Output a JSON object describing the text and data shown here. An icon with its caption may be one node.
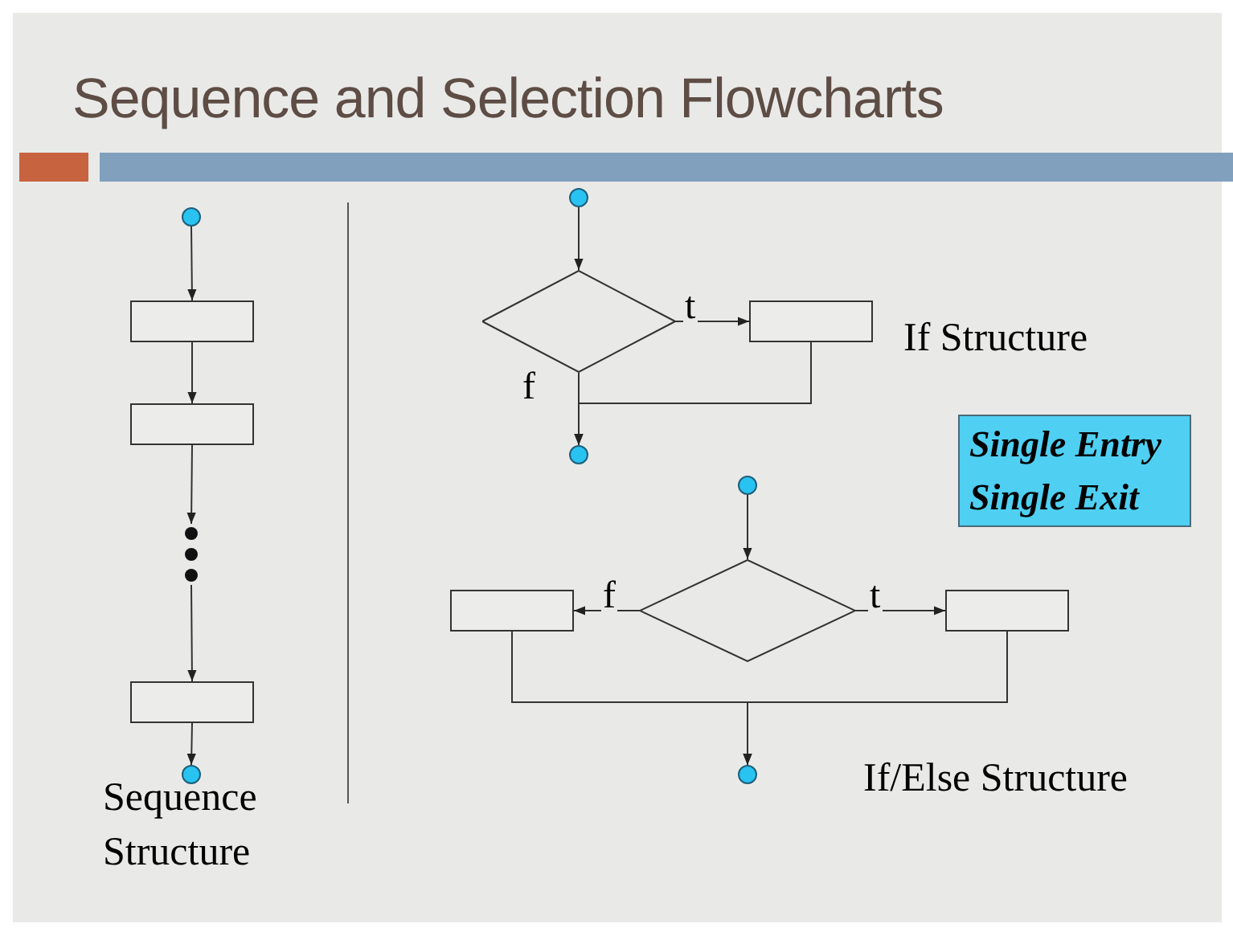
{
  "diagram": {
    "title": "Sequence and Selection Flowcharts",
    "nodes": [
      {
        "text": [],
        "shape": "circle"
      },
      {
        "text": [],
        "shape": "box"
      },
      {
        "text": [],
        "shape": "box"
      },
      {
        "text": [],
        "shape": "dots"
      },
      {
        "text": [],
        "shape": "box"
      },
      {
        "text": [],
        "shape": "circle"
      },
      {
        "text": [],
        "shape": "circle"
      },
      {
        "text": [],
        "shape": "diamond"
      },
      {
        "text": [],
        "shape": "box"
      },
      {
        "text": [],
        "shape": "circle"
      },
      {
        "text": [],
        "shape": "circle"
      },
      {
        "text": [],
        "shape": "diamond"
      },
      {
        "text": [],
        "shape": "box"
      },
      {
        "text": [],
        "shape": "box"
      },
      {
        "text": [],
        "shape": "circle"
      },
      {
        "text": [
          "Single Entry",
          "Single Exit"
        ]
      }
    ],
    "edges": [
      {
        "from": 0,
        "to": 1,
        "arrow": "to"
      },
      {
        "from": 1,
        "to": 2,
        "arrow": "to"
      },
      {
        "from": 2,
        "to": 3,
        "arrow": "to"
      },
      {
        "from": 3,
        "to": 4,
        "arrow": "to"
      },
      {
        "from": 4,
        "to": 5,
        "arrow": "to"
      },
      {
        "from": 6,
        "to": 7,
        "arrow": "to"
      },
      {
        "from": 7,
        "to": 8,
        "arrow": "to",
        "label": "t"
      },
      {
        "from": 7,
        "to": 9,
        "arrow": "to",
        "label": "f"
      },
      {
        "from": 8,
        "to": 9,
        "arrow": "to"
      },
      {
        "from": 10,
        "to": 11,
        "arrow": "to"
      },
      {
        "from": 11,
        "to": 12,
        "arrow": "to",
        "label": "f"
      },
      {
        "from": 11,
        "to": 13,
        "arrow": "to",
        "label": "t"
      },
      {
        "from": 12,
        "to": 14,
        "arrow": "to"
      },
      {
        "from": 13,
        "to": 14,
        "arrow": "to"
      }
    ],
    "labels": [
      "Sequence Structure",
      "If Structure",
      "If/Else Structure"
    ]
  }
}
